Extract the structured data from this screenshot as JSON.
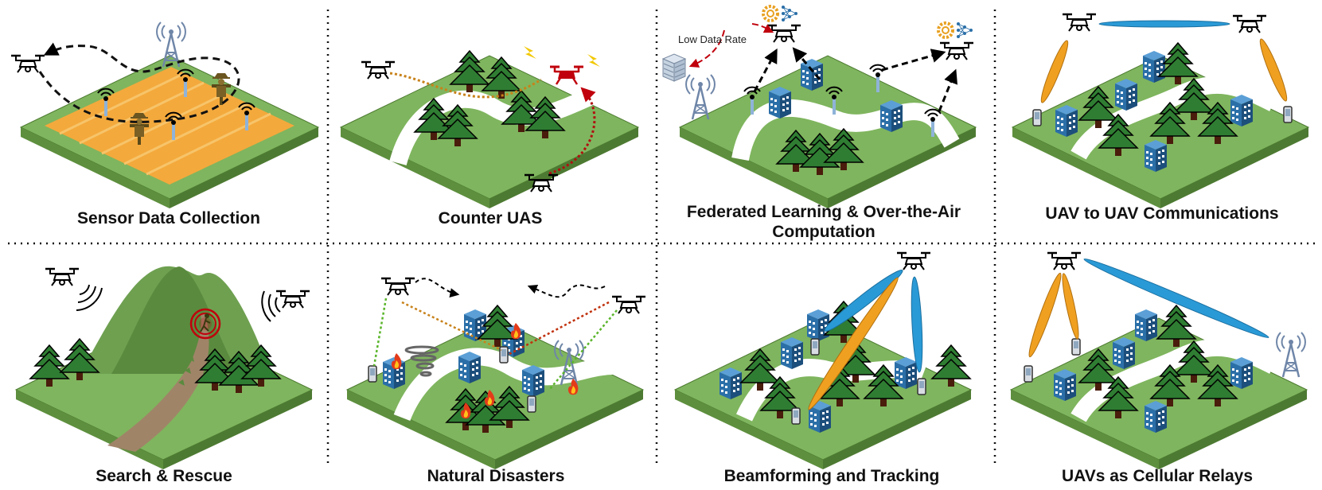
{
  "figure": {
    "panels": [
      {
        "id": "sensor",
        "title": "Sensor Data Collection"
      },
      {
        "id": "counter",
        "title": "Counter UAS"
      },
      {
        "id": "federated",
        "title": "Federated Learning & Over-the-Air Computation",
        "title_lines": [
          "Federated Learning & Over-the-Air",
          "Computation"
        ],
        "annotation": "Low Data Rate"
      },
      {
        "id": "u2u",
        "title": "UAV to UAV Communications"
      },
      {
        "id": "sar",
        "title": "Search & Rescue"
      },
      {
        "id": "disaster",
        "title": "Natural Disasters"
      },
      {
        "id": "beam",
        "title": "Beamforming and Tracking"
      },
      {
        "id": "relay",
        "title": "UAVs as Cellular Relays"
      }
    ]
  },
  "colors": {
    "grass_top": "#7fb55e",
    "grass_side": "#5e8f3e",
    "field": "#f4a93c",
    "road": "#ffffff",
    "tree": "#2f7d32",
    "trunk": "#4a1c0c",
    "building": "#2b6fa8",
    "beam_blue": "#2a9ad6",
    "beam_orange": "#f0a020",
    "alert_red": "#c0000c",
    "mountain": "#6ea050",
    "trail": "#a08468"
  },
  "icons": [
    "drone-icon",
    "tower-icon",
    "tree-icon",
    "building-icon",
    "phone-icon",
    "sensor-icon",
    "server-icon",
    "scarecrow-icon",
    "fire-icon",
    "tornado-icon",
    "lightning-icon",
    "hiker-icon"
  ]
}
